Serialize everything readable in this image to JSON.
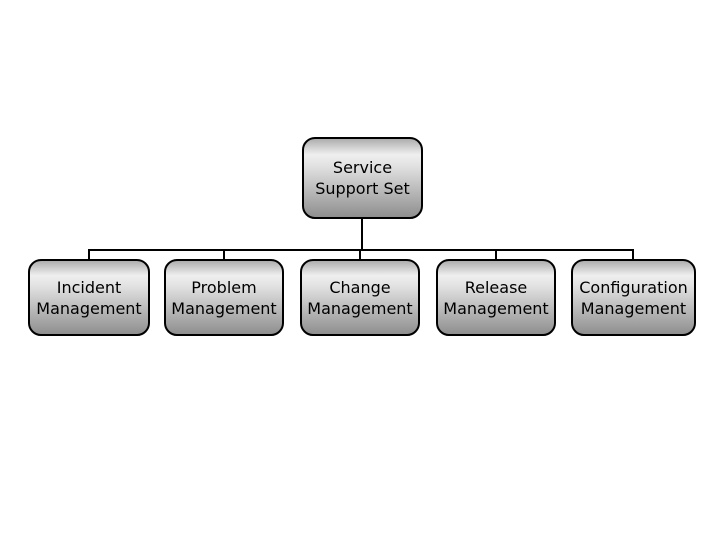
{
  "diagram": {
    "root": {
      "label": "Service\nSupport Set"
    },
    "children": [
      {
        "label": "Incident\nManagement"
      },
      {
        "label": "Problem\nManagement"
      },
      {
        "label": "Change\nManagement"
      },
      {
        "label": "Release\nManagement"
      },
      {
        "label": "Configuration\nManagement"
      }
    ],
    "colors": {
      "background": "#ffffff",
      "box_border": "#000000",
      "connector": "#000000",
      "text": "#000000",
      "gradient_top": "#aeaeae",
      "gradient_light": "#efefef",
      "gradient_mid": "#e2e2e2",
      "gradient_bottom": "#8f8f8f"
    }
  }
}
